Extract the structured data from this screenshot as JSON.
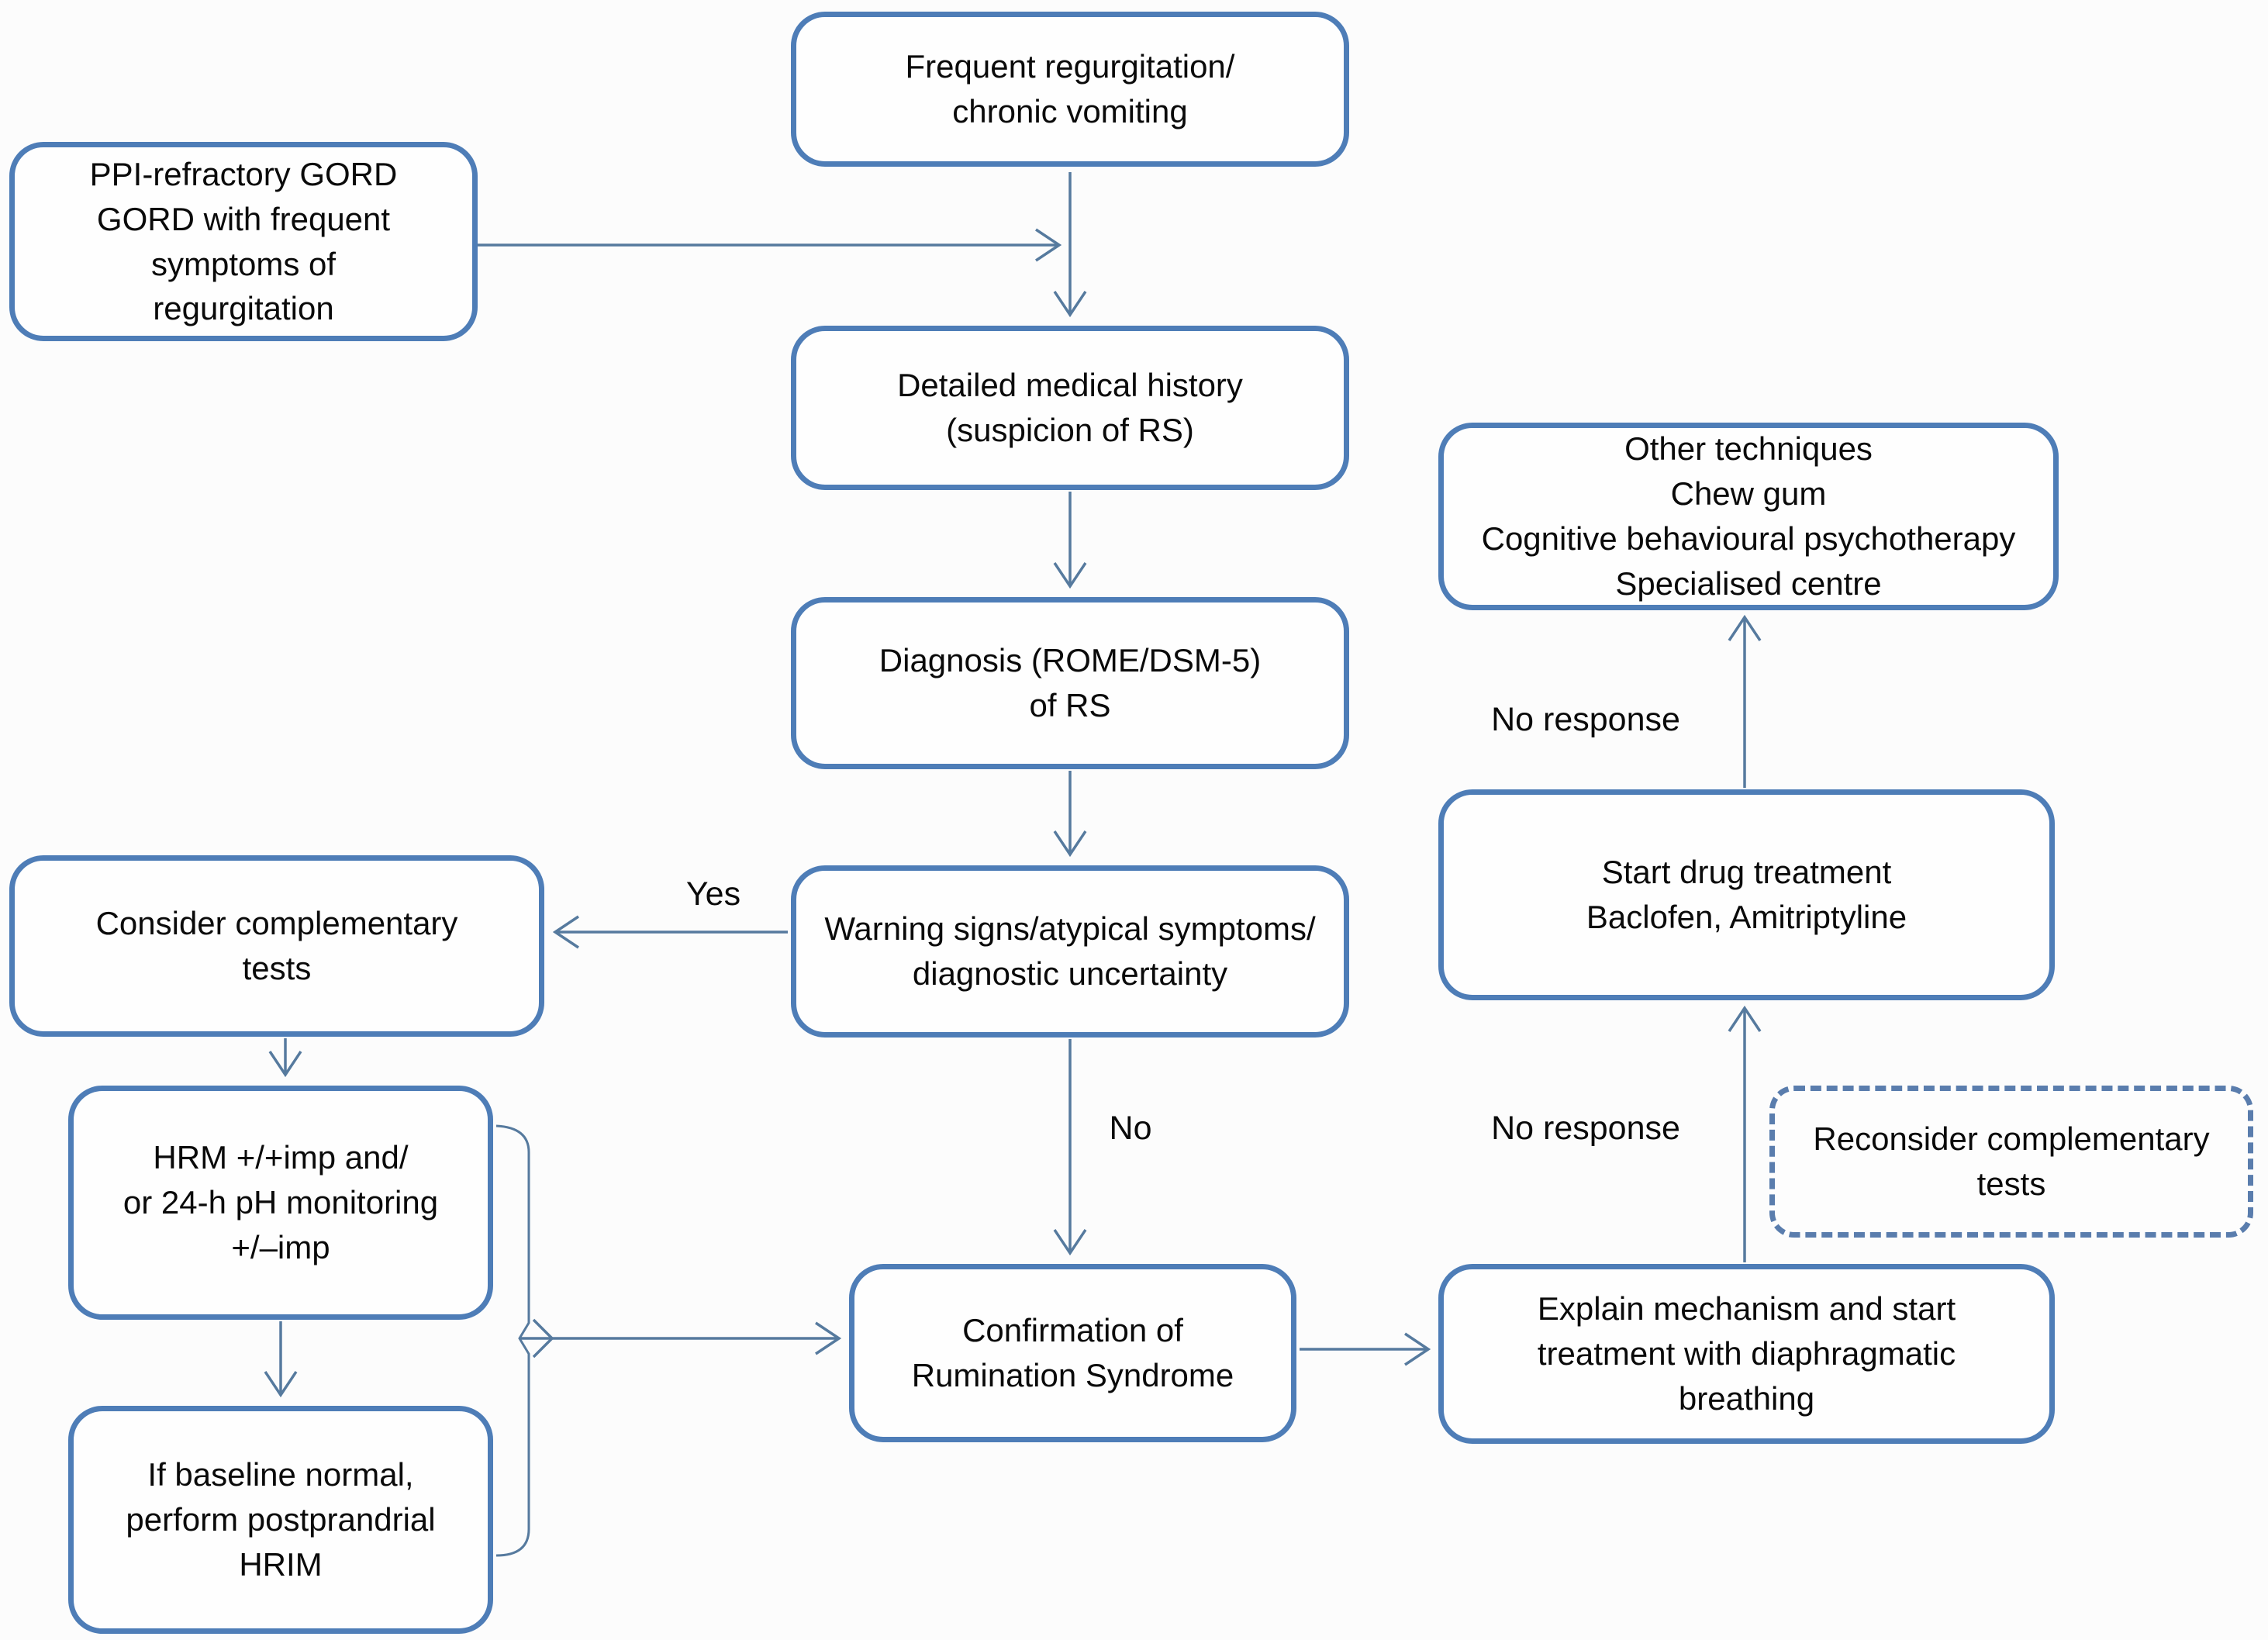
{
  "figure": {
    "type": "flowchart",
    "background_color": "#fcfcfc",
    "box_border_color": "#4e7db7",
    "dashed_box_border_color": "#5a7dad",
    "connector_color": "#567a9e",
    "text_color": "#0a0a0a"
  },
  "nodes": {
    "frequent": {
      "lines": [
        "Frequent regurgitation/",
        "chronic vomiting"
      ]
    },
    "ppi": {
      "lines": [
        "PPI-refractory GORD",
        "GORD with frequent",
        "symptoms of",
        "regurgitation"
      ]
    },
    "history": {
      "lines": [
        "Detailed medical history",
        "(suspicion of RS)"
      ]
    },
    "diagnosis": {
      "lines": [
        "Diagnosis (ROME/DSM-5)",
        "of RS"
      ]
    },
    "warning": {
      "lines": [
        "Warning signs/atypical symptoms/",
        "diagnostic uncertainty"
      ]
    },
    "consider": {
      "lines": [
        "Consider complementary",
        "tests"
      ]
    },
    "hrm": {
      "lines": [
        "HRM +/+imp and/",
        "or 24-h pH monitoring",
        "+/–imp"
      ]
    },
    "baseline": {
      "lines": [
        "If baseline normal,",
        "perform postprandrial",
        "HRIM"
      ]
    },
    "confirmation": {
      "lines": [
        "Confirmation of",
        "Rumination Syndrome"
      ]
    },
    "explain": {
      "lines": [
        "Explain mechanism and start",
        "treatment with diaphragmatic",
        "breathing"
      ]
    },
    "drug": {
      "lines": [
        "Start drug treatment",
        "Baclofen, Amitriptyline"
      ]
    },
    "other": {
      "lines": [
        "Other techniques",
        "Chew gum",
        "Cognitive behavioural psychotherapy",
        "Specialised centre"
      ]
    },
    "reconsider": {
      "lines": [
        "Reconsider complementary",
        "tests"
      ]
    }
  },
  "edge_labels": {
    "yes": "Yes",
    "no": "No",
    "no_response_upper": "No response",
    "no_response_lower": "No response"
  },
  "edges": [
    {
      "from": "ppi",
      "to": "frequent-history connector",
      "label": ""
    },
    {
      "from": "frequent",
      "to": "history",
      "label": ""
    },
    {
      "from": "history",
      "to": "diagnosis",
      "label": ""
    },
    {
      "from": "diagnosis",
      "to": "warning",
      "label": ""
    },
    {
      "from": "warning",
      "to": "consider",
      "label": "Yes"
    },
    {
      "from": "warning",
      "to": "confirmation",
      "label": "No"
    },
    {
      "from": "consider",
      "to": "hrm",
      "label": ""
    },
    {
      "from": "hrm",
      "to": "baseline",
      "label": ""
    },
    {
      "from": "hrm+baseline bracket",
      "to": "confirmation",
      "label": ""
    },
    {
      "from": "confirmation",
      "to": "explain",
      "label": ""
    },
    {
      "from": "explain",
      "to": "drug",
      "label": "No response"
    },
    {
      "from": "drug",
      "to": "other",
      "label": "No response"
    }
  ]
}
